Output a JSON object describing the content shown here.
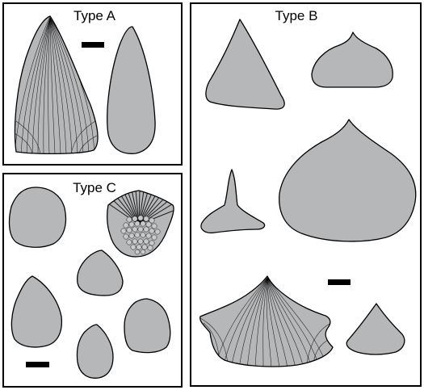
{
  "figure": {
    "panels": [
      {
        "id": "A",
        "label": "Type A"
      },
      {
        "id": "B",
        "label": "Type B"
      },
      {
        "id": "C",
        "label": "Type C"
      }
    ],
    "colors": {
      "shape_fill": "#b6b7b9",
      "outline": "#000000",
      "background": "#ffffff"
    }
  }
}
